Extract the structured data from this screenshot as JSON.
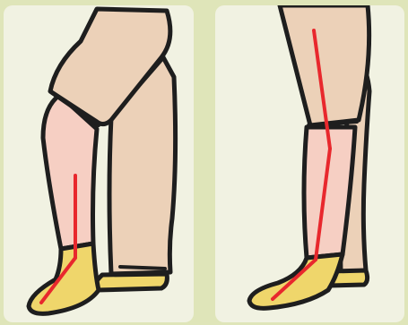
{
  "illustration": {
    "panels": [
      {
        "name": "left-panel",
        "legs": [
          "front-leg",
          "back-leg"
        ],
        "marker": "red-alignment-line"
      },
      {
        "name": "right-panel",
        "legs": [
          "front-leg",
          "back-leg"
        ],
        "marker": "red-alignment-line"
      }
    ],
    "colors": {
      "page_background": "#dfe5b9",
      "panel_background": "#f1f2e2",
      "trousers": "#ecd1b8",
      "leg_skin": "#f6cfc3",
      "sock": "#efd66b",
      "outline": "#1e1e1e",
      "alignment_line": "#e8282d"
    }
  }
}
